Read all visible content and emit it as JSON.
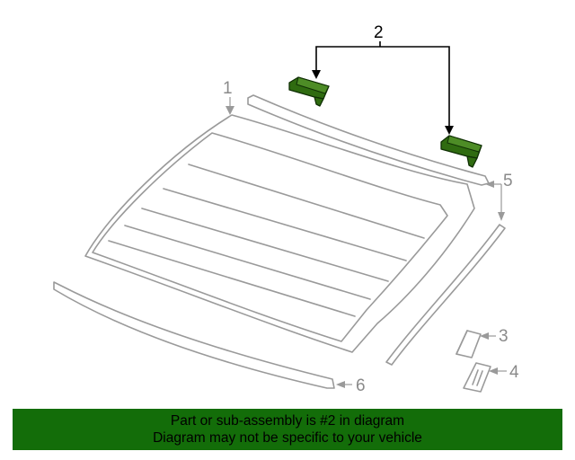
{
  "callouts": {
    "part1": "1",
    "part2": "2",
    "part3": "3",
    "part4": "4",
    "part5": "5",
    "part6": "6"
  },
  "highlight_part": "2",
  "colors": {
    "highlight_fill": "#2f6b10",
    "banner_background": "#136d09",
    "outline": "#9a9a9a"
  },
  "banner": {
    "line1": "Part or sub-assembly is #2 in diagram",
    "line2": "Diagram may not be specific to your vehicle"
  }
}
